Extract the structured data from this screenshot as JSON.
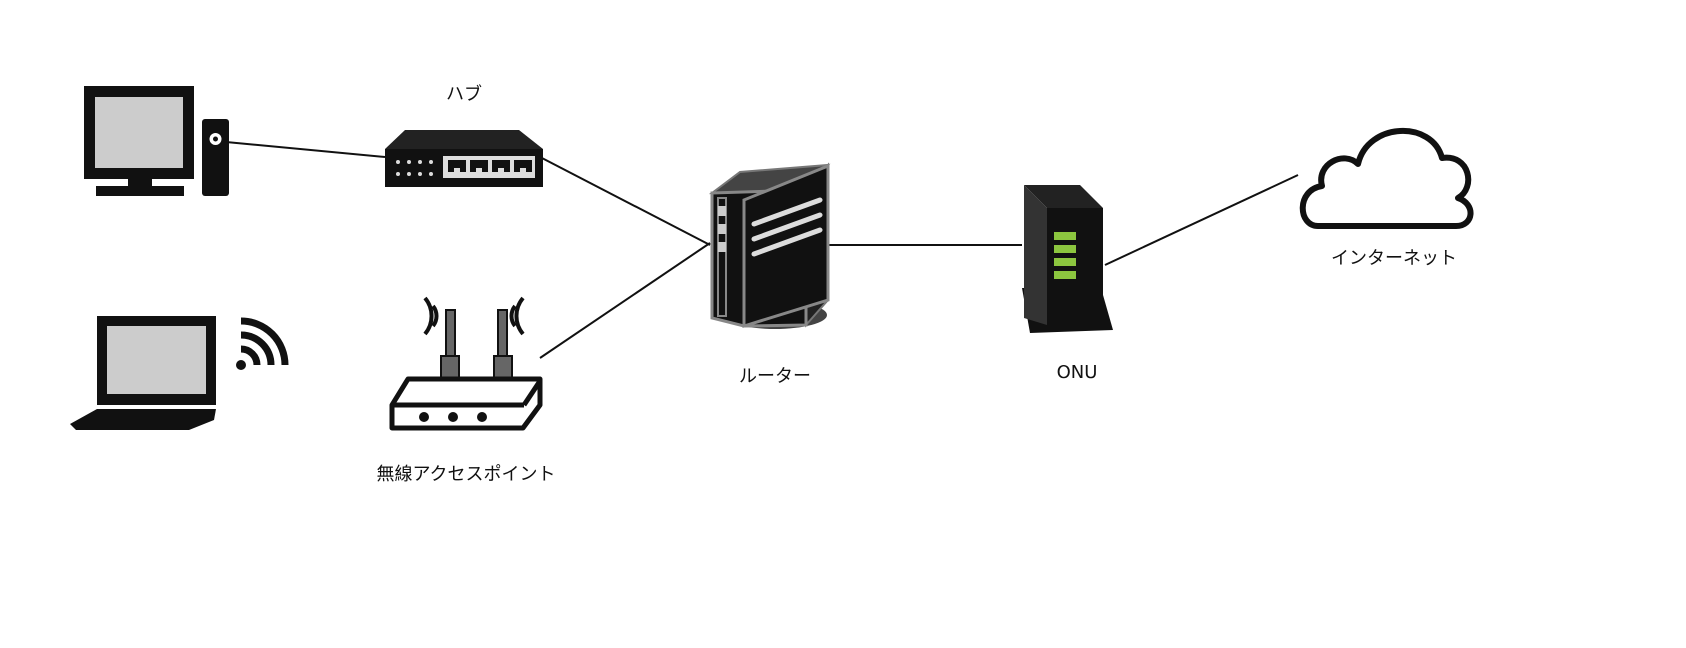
{
  "nodes": {
    "hub": {
      "label": "ハブ",
      "icon": "network-hub-icon"
    },
    "access_point": {
      "label": "無線アクセスポイント",
      "icon": "wireless-access-point-icon"
    },
    "router": {
      "label": "ルーター",
      "icon": "router-icon"
    },
    "onu": {
      "label": "ONU",
      "icon": "onu-icon"
    },
    "internet": {
      "label": "インターネット",
      "icon": "cloud-icon"
    },
    "desktop": {
      "icon": "desktop-computer-icon"
    },
    "laptop": {
      "icon": "laptop-icon"
    },
    "wifi": {
      "icon": "wifi-signal-icon"
    }
  },
  "colors": {
    "line": "#111111",
    "device": "#111111",
    "screen": "#cccccc",
    "led": "#8cc63f"
  }
}
